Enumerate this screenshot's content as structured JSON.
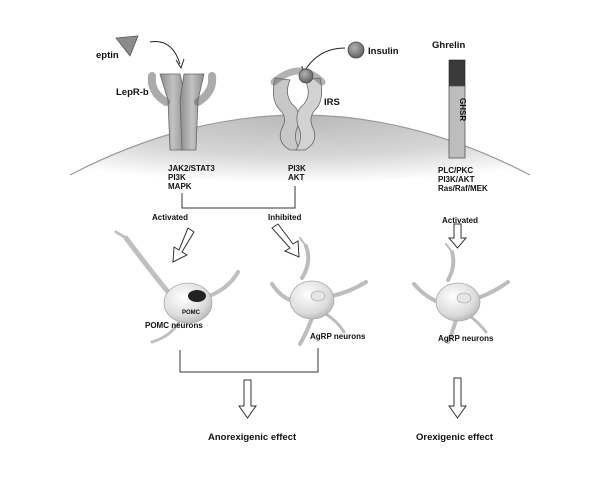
{
  "ligands": {
    "leptin": "eptin",
    "insulin": "Insulin",
    "ghrelin": "Ghrelin"
  },
  "receptors": {
    "lepr": "LepR-b",
    "irs": "IRS",
    "ghsr": "GHSR"
  },
  "pathways": {
    "lepr": [
      "JAK2/STAT3",
      "PI3K",
      "MAPK"
    ],
    "insulin": [
      "PI3K",
      "AKT"
    ],
    "ghrelin": [
      "PLC/PKC",
      "PI3K/AKT",
      "Ras/Raf/MEK"
    ]
  },
  "arrows": {
    "activated_left": "Activated",
    "inhibited": "Inhibited",
    "activated_right": "Activated"
  },
  "neurons": {
    "pomc_body": "POMC",
    "pomc": "POMC neurons",
    "agrp_left": "AgRP neurons",
    "agrp_right": "AgRP neurons"
  },
  "effects": {
    "anorexigenic": "Anorexigenic effect",
    "orexigenic": "Orexigenic effect"
  }
}
